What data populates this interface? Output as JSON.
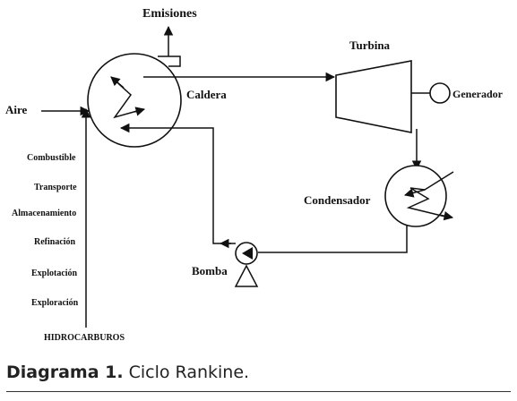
{
  "diagram": {
    "labels": {
      "emisiones": "Emisiones",
      "turbina": "Turbina",
      "caldera": "Caldera",
      "aire": "Aire",
      "generador": "Generador",
      "condensador": "Condensador",
      "bomba": "Bomba",
      "hidrocarburos": "HIDROCARBUROS"
    },
    "chain": [
      "Combustible",
      "Transporte",
      "Almacenamiento",
      "Refinación",
      "Explotación",
      "Exploración"
    ]
  },
  "caption": {
    "lead": "Diagrama 1.",
    "text": " Ciclo Rankine."
  }
}
